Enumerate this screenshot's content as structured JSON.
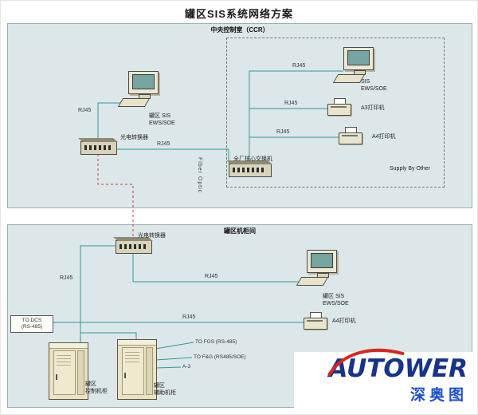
{
  "page": {
    "title": "罐区SIS系统网络方案"
  },
  "ccr": {
    "title": "中央控制室（CCR）",
    "workstation_label": "罐区 SIS\nEWS/SOE",
    "converter_label": "光电转换器",
    "rj45_pc": "RJ45",
    "rj45_switch": "RJ45",
    "fiber_label": "Fiber Optic",
    "dashed_area": {
      "workstation_label": "SIS\nEWS/SOE",
      "rj45_pc": "RJ45",
      "printer_a3_label": "A3打印机",
      "rj45_a3": "RJ45",
      "printer_a4_label": "A4打印机",
      "rj45_a4": "RJ45",
      "core_switch_label": "全厂核心交换机",
      "supply_note": "Supply By Other"
    }
  },
  "cabinet_room": {
    "title": "罐区机柜间",
    "converter_label": "光电转换器",
    "workstation_label": "罐区 SIS\nEWS/SOE",
    "printer_a4_label": "A4打印机",
    "rj45_cabinet": "RJ45",
    "rj45_pc": "RJ45",
    "rj45_printer": "RJ45",
    "left_io_label": "TO DCS\n(RS-485)",
    "cabinet_control_label": "罐区\n控制机柜",
    "cabinet_aux_label": "罐区\n辅助机柜",
    "link_fgs": "TO FGS (RS-485)",
    "link_fg": "TO F&G (RS485/SOE)",
    "sheet_ref": "A-3"
  },
  "logo": {
    "brand": "AUTOWER",
    "brand_cn": "深奥图"
  }
}
